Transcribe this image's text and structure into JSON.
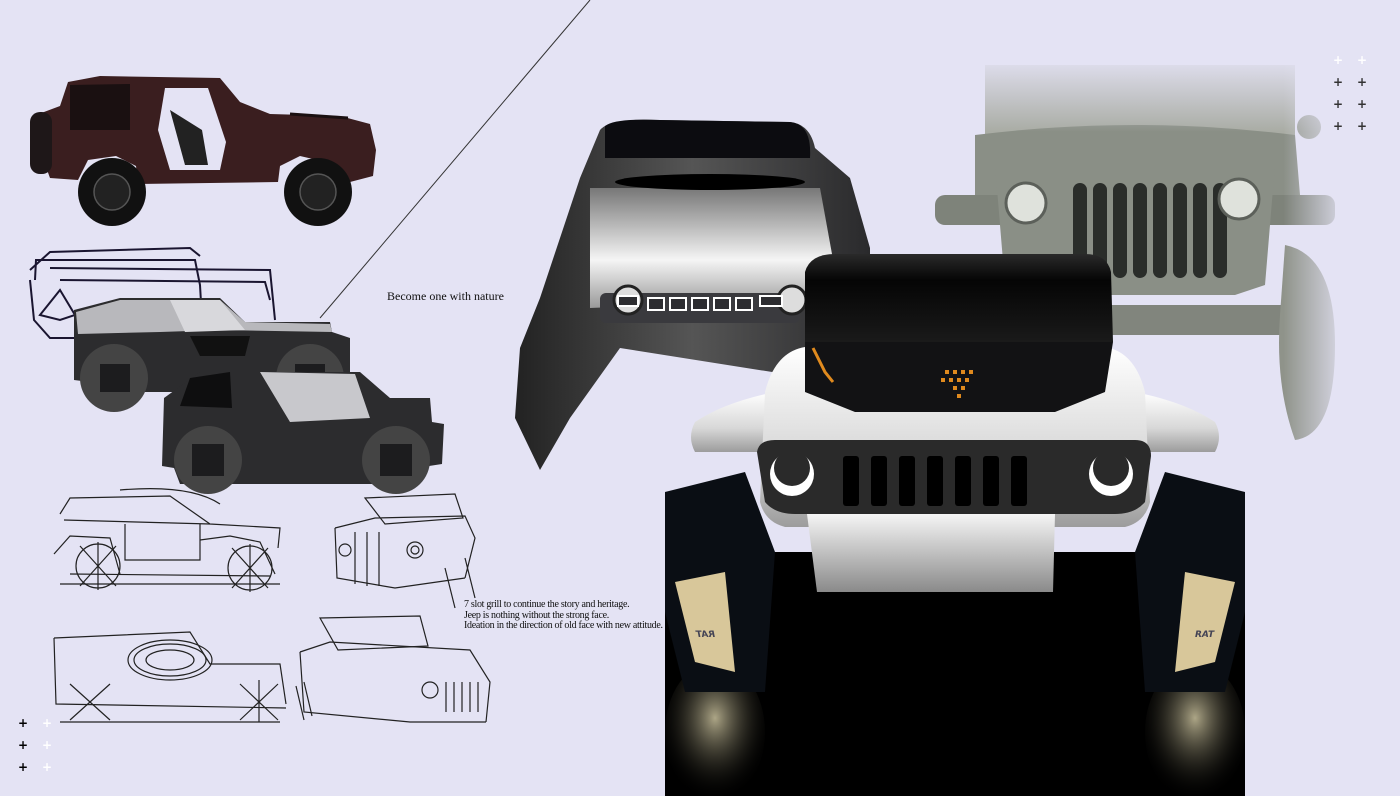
{
  "page": {
    "background": "#e4e3f4",
    "type": "automotive concept design board"
  },
  "captions": {
    "tagline": "Become one with nature",
    "notes": [
      "7 slot grill to continue the story and heritage.",
      "Jeep is nothing without the strong face.",
      "Ideation in the direction of old face with new attitude."
    ]
  },
  "images": {
    "reference_side": "Maroon two-door off-road SUV, doors removed, side profile",
    "block_model_1": "Dark grey boxy 3D block model over rough sketch",
    "block_model_2": "Dark grey boxy 3D block model, second variant",
    "sketch_side_1": "Pen sketch of vehicle side view with wheel cross-hatching",
    "sketch_front_1": "Pen sketch of vehicle three-quarter front view",
    "sketch_side_2": "Pen sketch of side view with oval window",
    "sketch_front_2": "Pen sketch of vehicle front with slot grille",
    "render_dark_front": "Dark chrome concept front render with 7 rectangular grille lamps",
    "render_white_front": "White concept vehicle front render with 7 slot grille and round headlamps",
    "heritage_front": "Vintage military utility vehicle front view in grey-green",
    "badge_text": "RAT"
  },
  "decor": {
    "plus_right": [
      "+",
      "+",
      "+",
      "+",
      "+",
      "+",
      "+",
      "+"
    ],
    "plus_left": [
      "+",
      "+",
      "+",
      "+",
      "+",
      "+"
    ],
    "plus_dark": "#333333",
    "plus_light": "#ffffff"
  },
  "colors": {
    "maroon_body": "#3a1e1f",
    "olive_grey": "#8a8f86",
    "chrome_dark": "#2b2b2e",
    "white_body": "#f2f2f2",
    "amber_light": "#e08a1e",
    "gold_accent": "#d8c79a"
  }
}
